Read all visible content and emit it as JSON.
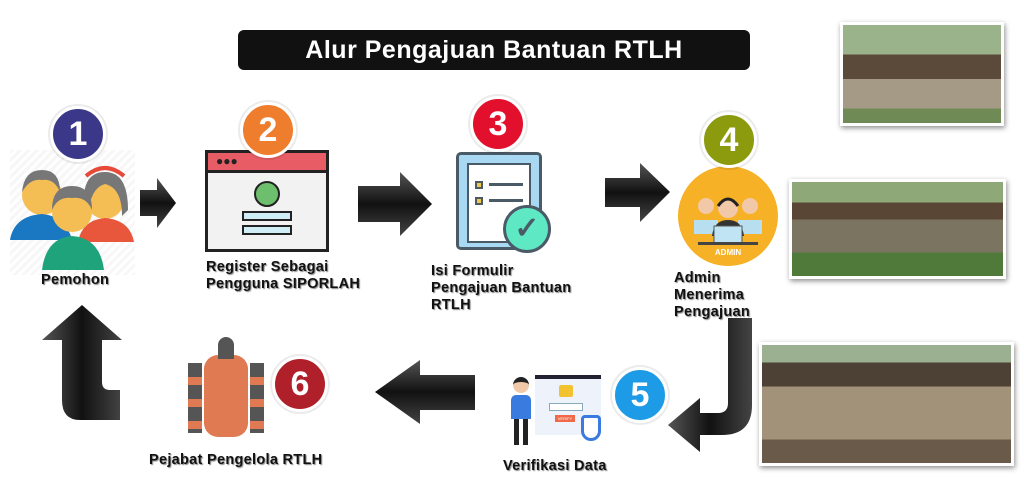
{
  "title": "Alur Pengajuan Bantuan RTLH",
  "steps": [
    {
      "number": "1",
      "label": "Pemohon",
      "color": "#3b3889"
    },
    {
      "number": "2",
      "label_lines": [
        "Register Sebagai",
        "Pengguna SIPORLAH"
      ],
      "color": "#ef7d2e"
    },
    {
      "number": "3",
      "label_lines": [
        "Isi Formulir",
        "Pengajuan Bantuan",
        "RTLH"
      ],
      "color": "#e2102c"
    },
    {
      "number": "4",
      "label_lines": [
        "Admin",
        "Menerima",
        "Pengajuan"
      ],
      "color": "#8c9a0e",
      "icon_text": "ADMIN"
    },
    {
      "number": "5",
      "label": "Verifikasi Data",
      "color": "#1d9be6",
      "icon_text": "VERIFY"
    },
    {
      "number": "6",
      "label": "Pejabat Pengelola RTLH",
      "color": "#b0202a"
    }
  ]
}
